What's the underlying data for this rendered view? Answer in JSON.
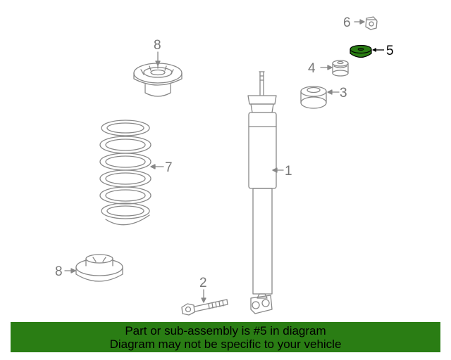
{
  "callouts": {
    "c1": "1",
    "c2": "2",
    "c3": "3",
    "c4": "4",
    "c5": "5",
    "c6": "6",
    "c7": "7",
    "c8_top": "8",
    "c8_bottom": "8"
  },
  "highlight": {
    "part": "5",
    "color": "#2a7d14"
  },
  "banner": {
    "line1": "Part or sub-assembly is #5 in diagram",
    "line2": "Diagram may not be specific to your vehicle",
    "background": "#2a7d14"
  }
}
